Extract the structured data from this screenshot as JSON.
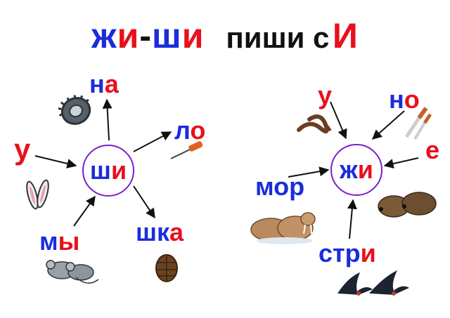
{
  "title": {
    "zhi": "ж",
    "i1": "и",
    "dash": "-",
    "shi": "ш",
    "i2": "и",
    "rest": "пиши с",
    "i3": "И"
  },
  "left_cluster": {
    "center_prefix": "ш",
    "center_vowel": "и",
    "labels": {
      "na_a": "н",
      "na_b": "а",
      "lo_a": "л",
      "lo_b": "о",
      "u": "у",
      "my_a": "м",
      "my_b": "ы",
      "shka_a": "шк",
      "shka_b": "а"
    },
    "icons": [
      "tire-icon",
      "awl-icon",
      "rabbit-ears-icon",
      "mice-icon",
      "pine-cone-icon"
    ]
  },
  "right_cluster": {
    "center_prefix": "ж",
    "center_vowel": "и",
    "labels": {
      "u": "у",
      "no_a": "н",
      "no_b": "о",
      "e": "е",
      "mor": "мор",
      "stri_a": "стр",
      "stri_b": "и"
    },
    "icons": [
      "snake-icon",
      "knives-icon",
      "hedgehogs-icon",
      "walruses-icon",
      "swallows-icon"
    ]
  },
  "colors": {
    "blue": "#1b2cdb",
    "red": "#e8101c",
    "circle": "#7a1fd0"
  }
}
